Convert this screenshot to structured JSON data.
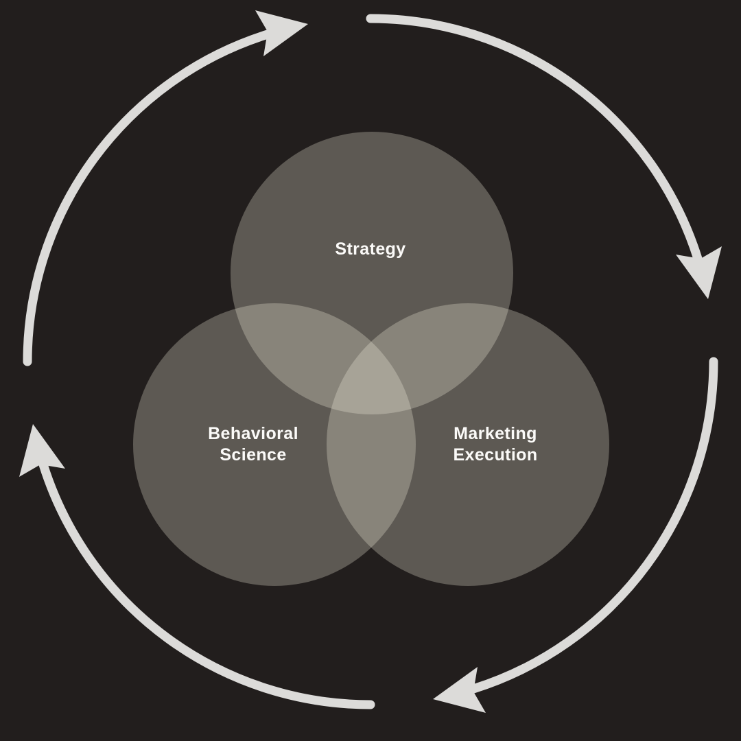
{
  "colors": {
    "background": "#221e1d",
    "circle_fill": "rgba(248, 244, 228, 0.28)",
    "arrow": "#dcdbd9",
    "label": "#fbfaf8"
  },
  "venn": {
    "circles": [
      {
        "name": "strategy",
        "lines": [
          "Strategy"
        ]
      },
      {
        "name": "behavioral-science",
        "lines": [
          "Behavioral",
          "Science"
        ]
      },
      {
        "name": "marketing-execution",
        "lines": [
          "Marketing",
          "Execution"
        ]
      }
    ]
  },
  "diagram": {
    "type": "venn-cycle",
    "sets": [
      "Strategy",
      "Behavioral Science",
      "Marketing Execution"
    ],
    "cycle_direction": "clockwise",
    "cycle_arrow_count": 4
  }
}
